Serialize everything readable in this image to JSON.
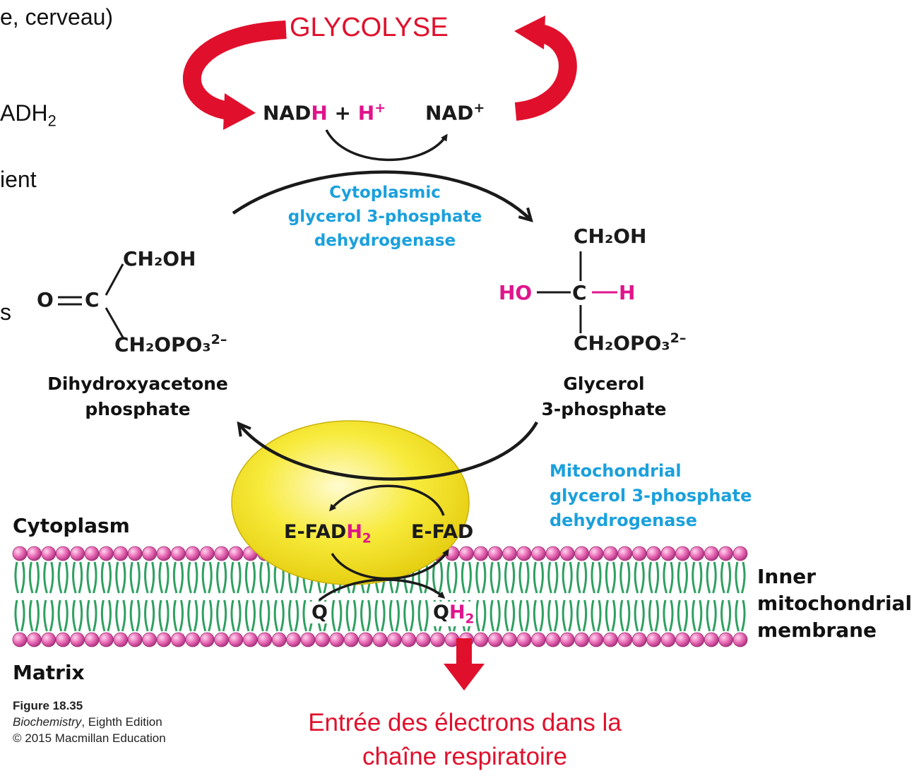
{
  "left_fragments": {
    "line1": "e, cerveau)",
    "line2_main": "ADH",
    "line2_sub": "2",
    "line3": "ient",
    "line4": "s"
  },
  "glycolyse": "GLYCOLYSE",
  "nadh": {
    "part1": "NAD",
    "h1": "H",
    "plus": " + ",
    "h2": "H",
    "sup": "+"
  },
  "nad": {
    "main": "NAD",
    "sup": "+"
  },
  "cytoplasmic_enzyme": {
    "line1": "Cytoplasmic",
    "line2": "glycerol 3-phosphate",
    "line3": "dehydrogenase"
  },
  "dhap": {
    "ch2oh": "CH₂OH",
    "o_c": "O",
    "c": "C",
    "ch2opo3": "CH₂OPO₃",
    "charge": "2–",
    "name_line1": "Dihydroxyacetone",
    "name_line2": "phosphate"
  },
  "g3p": {
    "ch2oh": "CH₂OH",
    "ho": "HO",
    "c": "C",
    "h": "H",
    "ch2opo3": "CH₂OPO₃",
    "charge": "2–",
    "name_line1": "Glycerol",
    "name_line2": "3-phosphate"
  },
  "mito_enzyme": {
    "line1": "Mitochondrial",
    "line2": "glycerol 3-phosphate",
    "line3": "dehydrogenase"
  },
  "e_fadh2": {
    "main": "E-FAD",
    "h": "H",
    "sub": "2"
  },
  "e_fad": "E-FAD",
  "q": "Q",
  "qh2": {
    "main": "Q",
    "h": "H",
    "sub": "2"
  },
  "cytoplasm": "Cytoplasm",
  "matrix": "Matrix",
  "membrane": {
    "line1": "Inner",
    "line2": "mitochondrial",
    "line3": "membrane"
  },
  "figure": {
    "number": "Figure 18.35",
    "book": "Biochemistry",
    "edition": ", Eighth Edition",
    "copyright": "© 2015 Macmillan Education"
  },
  "entry_text": {
    "line1": "Entrée des électrons dans la",
    "line2": "chaîne respiratoire"
  },
  "colors": {
    "red": "#e0102c",
    "magenta": "#e0148c",
    "blue": "#1aa0dc",
    "lipid_head": "#e060a8",
    "lipid_tail": "#2ea060",
    "enzyme": "#f5e426"
  }
}
